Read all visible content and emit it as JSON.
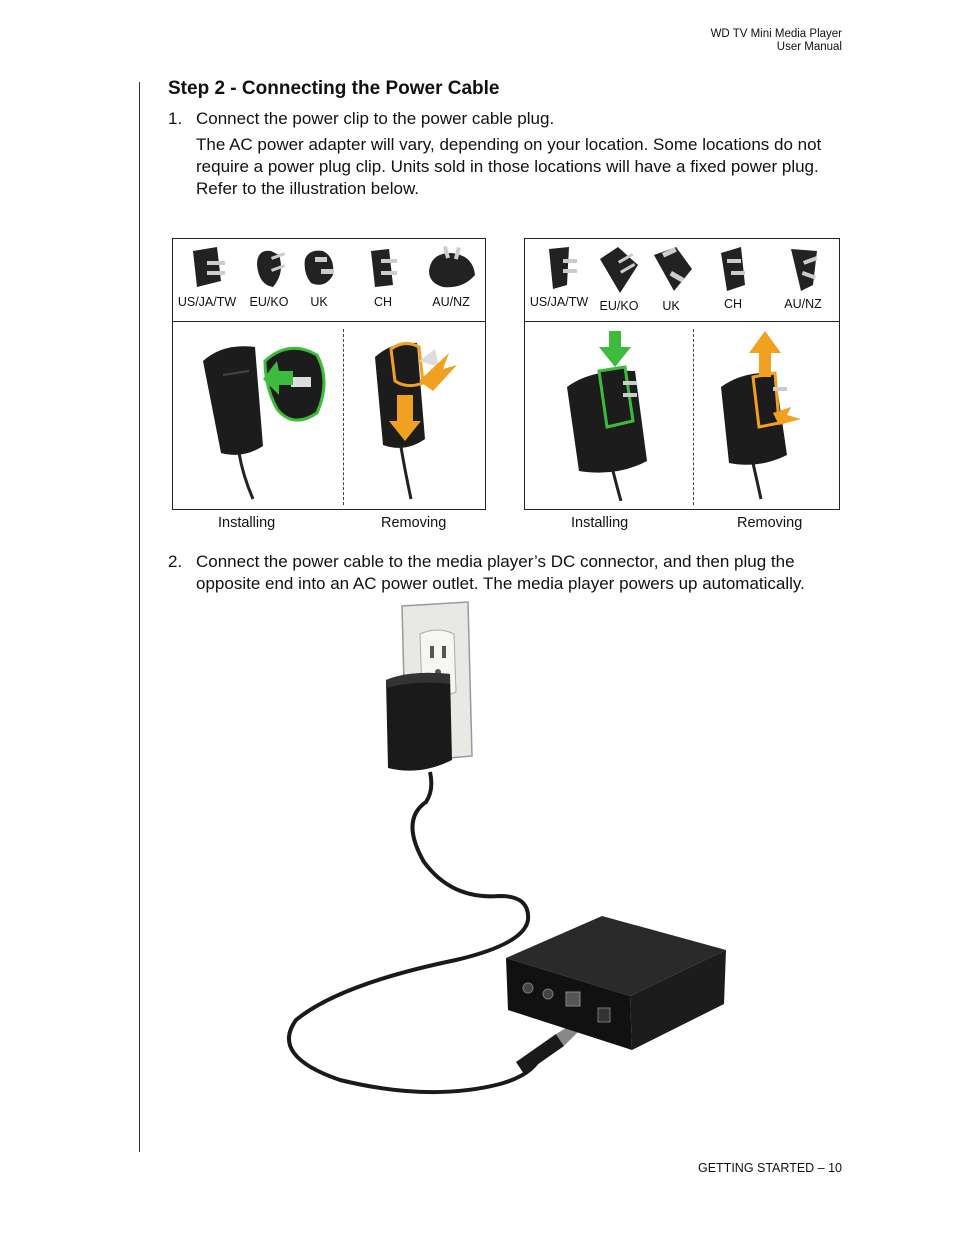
{
  "header": {
    "line1": "WD TV Mini Media Player",
    "line2": "User Manual"
  },
  "section": {
    "title": "Step 2 - Connecting the Power Cable"
  },
  "steps": [
    {
      "num": "1.",
      "text": "Connect the power clip to the power cable plug."
    },
    {
      "num": "2.",
      "text": "Connect the power cable to the media player’s DC connector, and then plug the opposite end into an AC power outlet. The media player powers up automatically."
    }
  ],
  "note": "The AC power adapter will vary, depending on your location. Some locations do not require a power plug clip. Units sold in those locations will have a fixed power plug. Refer to the illustration below.",
  "plug_labels": [
    "US/JA/TW",
    "EU/KO",
    "UK",
    "CH",
    "AU/NZ"
  ],
  "captions": {
    "installing": "Installing",
    "removing": "Removing"
  },
  "footer": "GETTING STARTED – 10",
  "colors": {
    "install_arrow": "#3dbb3d",
    "remove_arrow": "#f2a020",
    "adapter": "#1c1c1c"
  }
}
